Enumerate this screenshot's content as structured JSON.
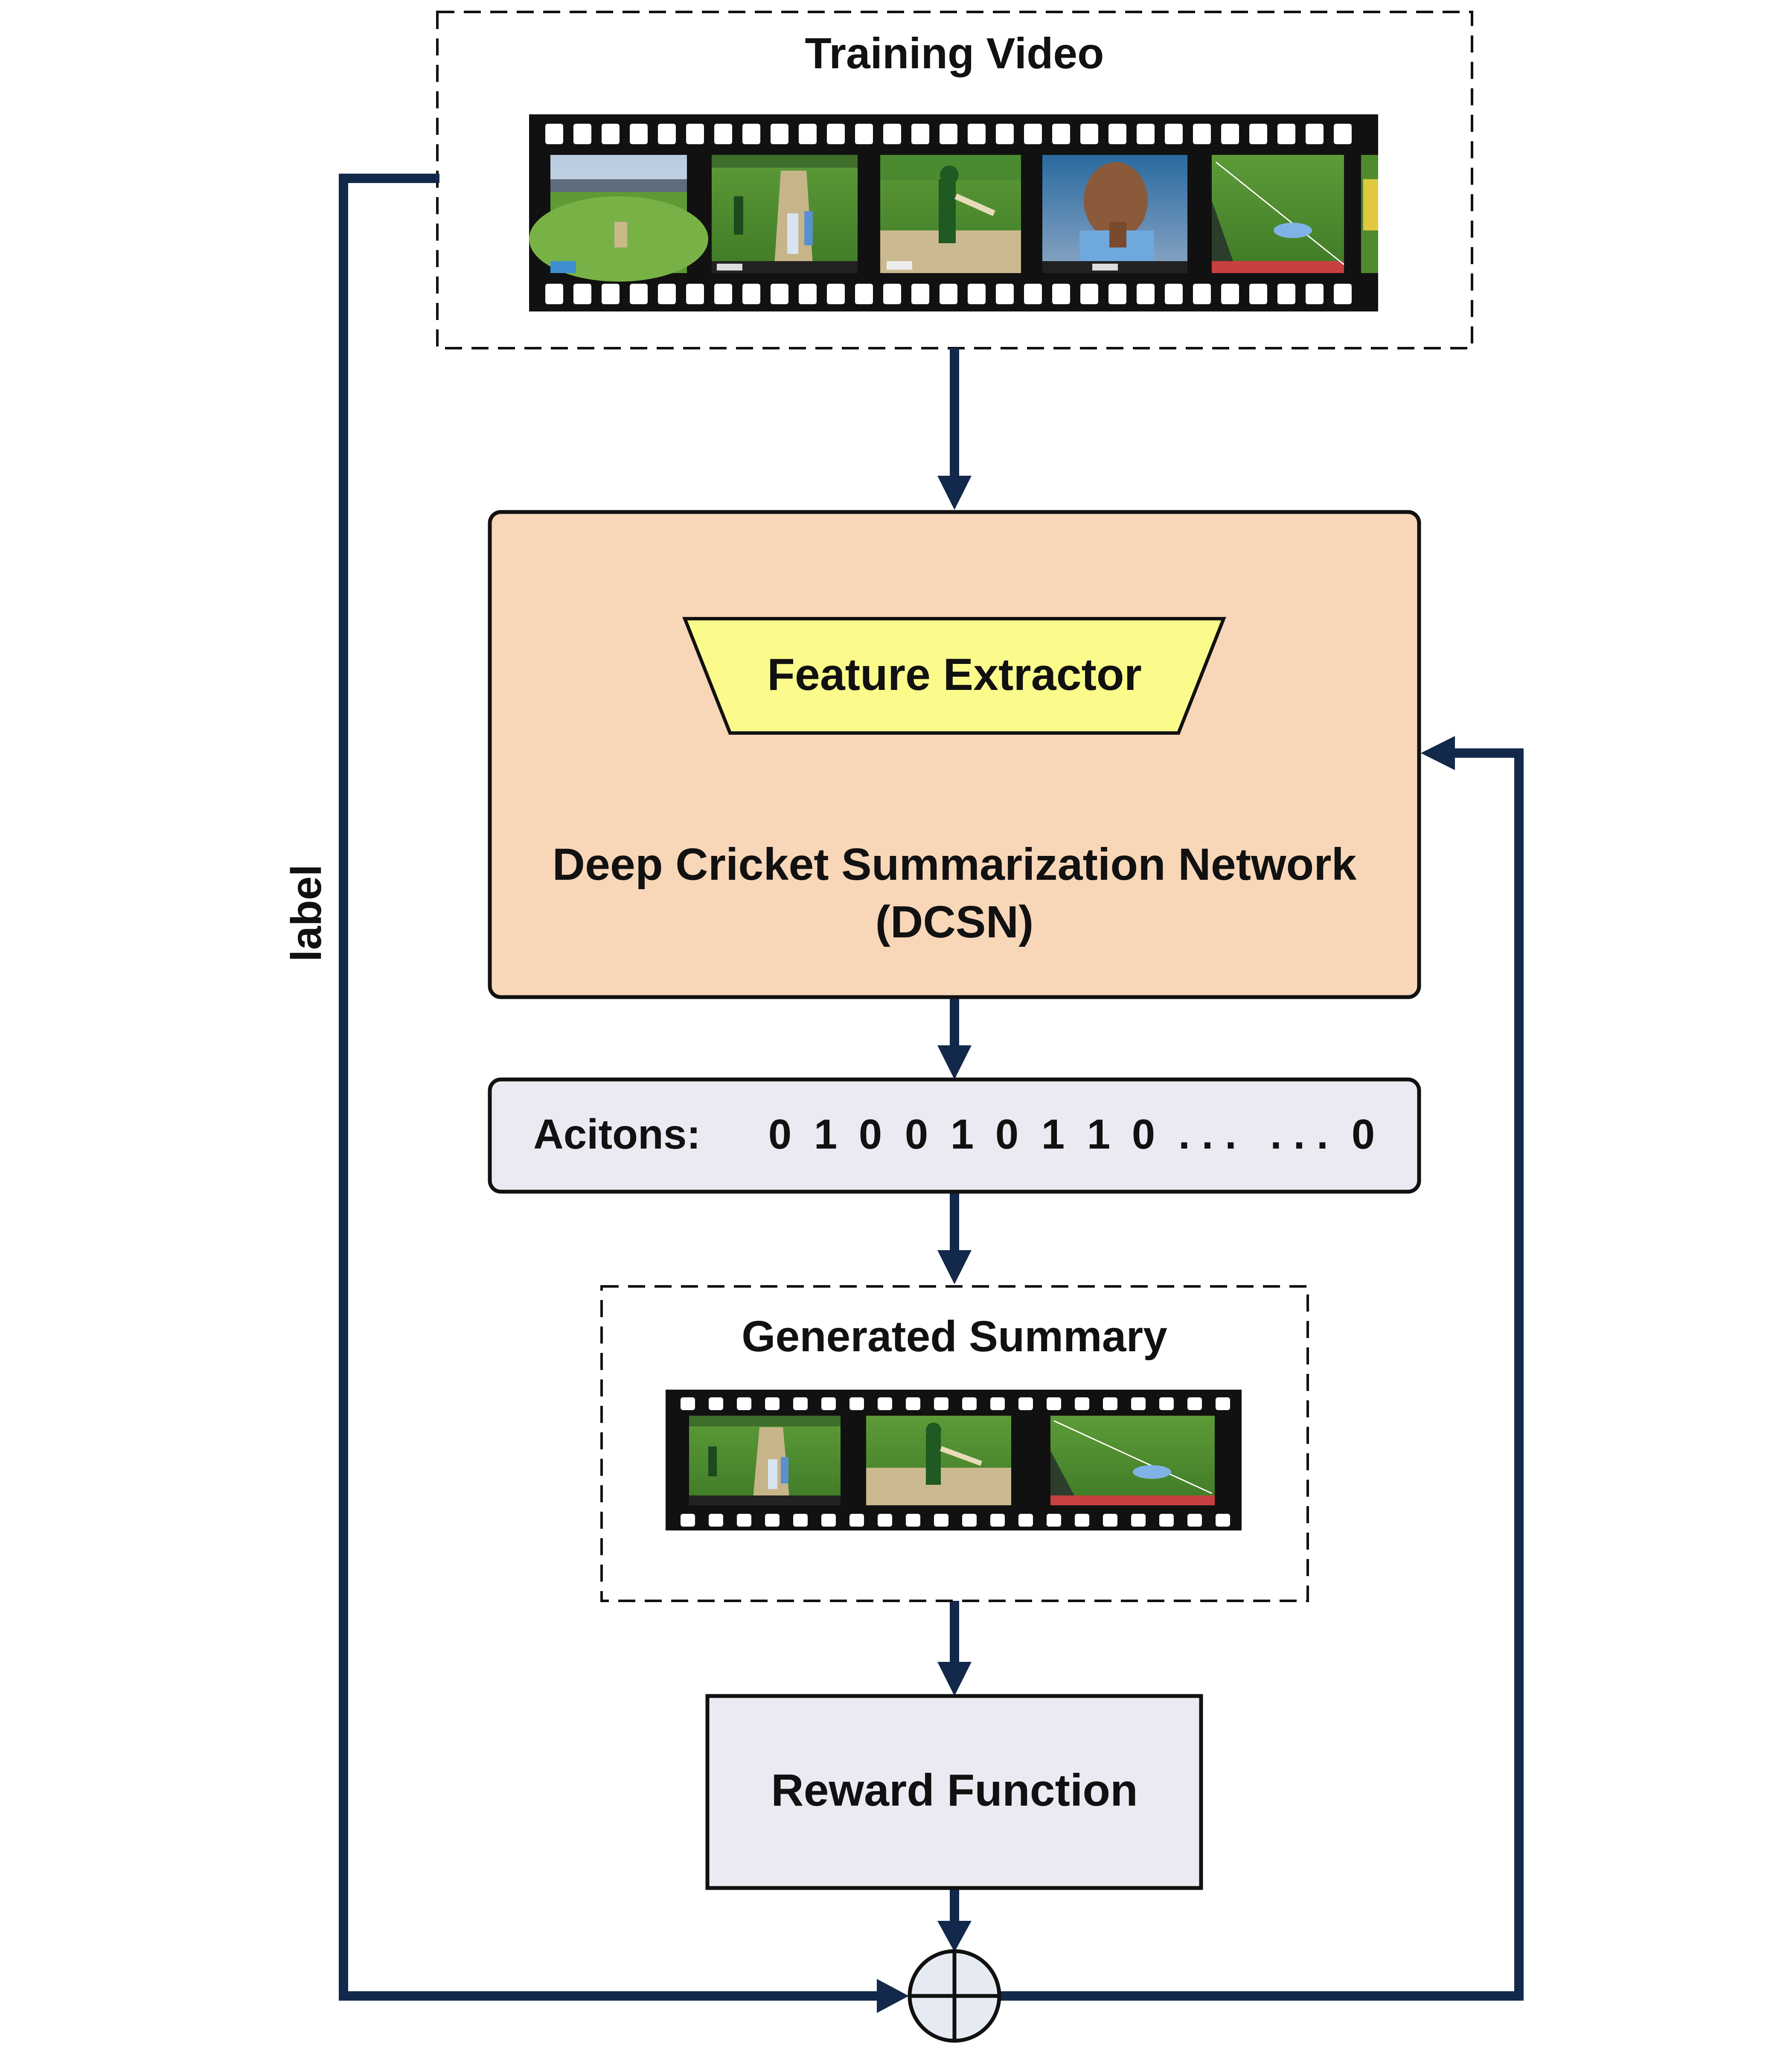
{
  "diagram": {
    "training_video": {
      "title": "Training Video"
    },
    "feature_extractor": {
      "label": "Feature Extractor"
    },
    "dcsn": {
      "line1": "Deep Cricket Summarization Network",
      "line2": "(DCSN)"
    },
    "actions": {
      "label": "Acitons:",
      "bits": [
        "0",
        "1",
        "0",
        "0",
        "1",
        "0",
        "1",
        "1",
        "0",
        ". . .",
        ". . .",
        "0"
      ]
    },
    "generated_summary": {
      "title": "Generated Summary"
    },
    "reward_function": {
      "label": "Reward Function"
    },
    "feedback": {
      "label": "label"
    }
  },
  "colors": {
    "arrow": "#13294b",
    "dcsn_fill": "#f8d6b8",
    "feature_fill": "#fbfb8c",
    "light_box_fill": "#ebe9f1",
    "sum_node_fill": "#e5eaf3"
  },
  "icons": {
    "film_strip": "film-strip-icon",
    "summation": "sum-junction-icon"
  }
}
